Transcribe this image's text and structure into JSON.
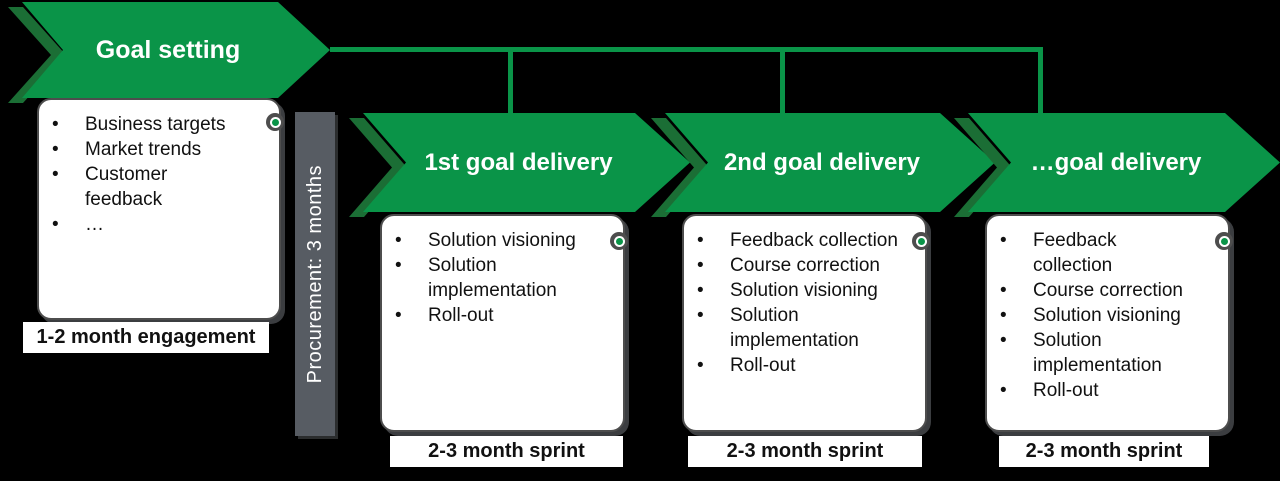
{
  "colors": {
    "green": "#0a9448",
    "green_dark": "#1b6e35",
    "bar_gray": "#575c63",
    "card_border": "#4d4d4d"
  },
  "stages": [
    {
      "title": "Goal setting",
      "items": [
        "Business targets",
        "Market trends",
        "Customer\nfeedback",
        "…"
      ],
      "footer": "1-2 month engagement"
    },
    {
      "title": "1st goal delivery",
      "items": [
        "Solution visioning",
        "Solution\nimplementation",
        "Roll-out"
      ],
      "footer": "2-3 month sprint"
    },
    {
      "title": "2nd goal delivery",
      "items": [
        "Feedback collection",
        "Course correction",
        "Solution visioning",
        "Solution\nimplementation",
        "Roll-out"
      ],
      "footer": "2-3 month sprint"
    },
    {
      "title": "…goal delivery",
      "items": [
        "Feedback\ncollection",
        "Course correction",
        "Solution visioning",
        "Solution\nimplementation",
        "Roll-out"
      ],
      "footer": "2-3 month sprint"
    }
  ],
  "procurement": {
    "label": "Procurement: 3 months"
  },
  "icons": {
    "milestone": "green-target-dot",
    "arrow": "right-chevron-arrow"
  }
}
